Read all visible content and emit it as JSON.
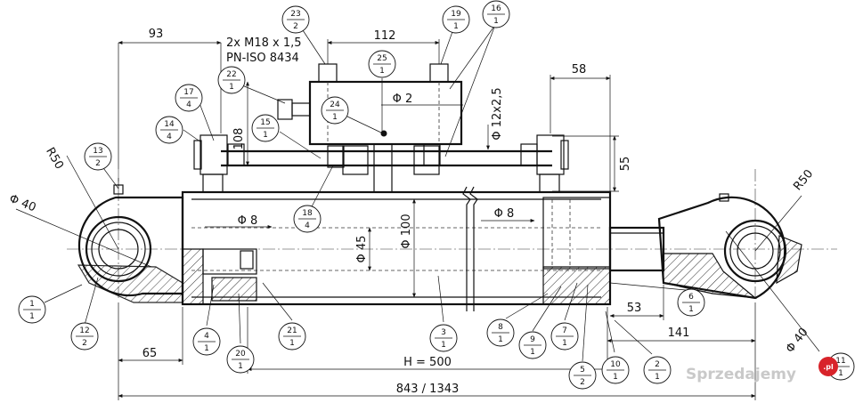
{
  "dimensions": {
    "d93": "93",
    "d112": "112",
    "d58": "58",
    "d55": "55",
    "d108": "108",
    "d65": "65",
    "d53": "53",
    "d141": "141",
    "d500": "H = 500",
    "d843": "843 / 1343",
    "r50_left": "R50",
    "r50_right": "R50",
    "dia40_left": "Φ 40",
    "dia40_right": "Φ 40",
    "dia8_left": "Φ 8",
    "dia8_right": "Φ 8",
    "dia2": "Φ 2",
    "dia45": "Φ 45",
    "dia100": "Φ 100",
    "dia12": "Φ 12x2,5"
  },
  "thread_note": {
    "line1": "2x M18 x 1,5",
    "line2": "PN-ISO 8434"
  },
  "balloons": [
    {
      "id": "b23",
      "top": "23",
      "bottom": "2"
    },
    {
      "id": "b19",
      "top": "19",
      "bottom": "1"
    },
    {
      "id": "b16",
      "top": "16",
      "bottom": "1"
    },
    {
      "id": "b25",
      "top": "25",
      "bottom": "1"
    },
    {
      "id": "b22",
      "top": "22",
      "bottom": "1"
    },
    {
      "id": "b24",
      "top": "24",
      "bottom": "1"
    },
    {
      "id": "b17",
      "top": "17",
      "bottom": "4"
    },
    {
      "id": "b14",
      "top": "14",
      "bottom": "4"
    },
    {
      "id": "b15",
      "top": "15",
      "bottom": "1"
    },
    {
      "id": "b13",
      "top": "13",
      "bottom": "2"
    },
    {
      "id": "b18",
      "top": "18",
      "bottom": "4"
    },
    {
      "id": "b1",
      "top": "1",
      "bottom": "1"
    },
    {
      "id": "b12",
      "top": "12",
      "bottom": "2"
    },
    {
      "id": "b4",
      "top": "4",
      "bottom": "1"
    },
    {
      "id": "b20",
      "top": "20",
      "bottom": "1"
    },
    {
      "id": "b21",
      "top": "21",
      "bottom": "1"
    },
    {
      "id": "b3",
      "top": "3",
      "bottom": "1"
    },
    {
      "id": "b8",
      "top": "8",
      "bottom": "1"
    },
    {
      "id": "b9",
      "top": "9",
      "bottom": "1"
    },
    {
      "id": "b7",
      "top": "7",
      "bottom": "1"
    },
    {
      "id": "b6",
      "top": "6",
      "bottom": "1"
    },
    {
      "id": "b5",
      "top": "5",
      "bottom": "2"
    },
    {
      "id": "b10",
      "top": "10",
      "bottom": "1"
    },
    {
      "id": "b2",
      "top": "2",
      "bottom": "1"
    },
    {
      "id": "b11",
      "top": "11",
      "bottom": "1"
    }
  ],
  "watermark": {
    "text": "Sprzedajemy",
    "badge": ".pl"
  }
}
